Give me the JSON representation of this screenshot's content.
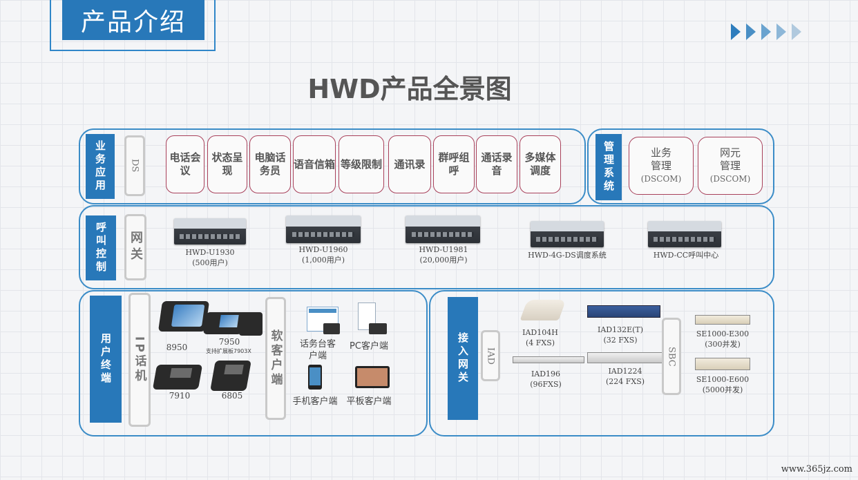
{
  "header": {
    "title": "产品介绍"
  },
  "main_title": "HWD产品全景图",
  "business": {
    "label": "业务应用",
    "ds": "DS",
    "services": [
      "电话会议",
      "状态呈现",
      "电脑话务员",
      "语音信箱",
      "等级限制",
      "通讯录",
      "群呼组呼",
      "通话录音",
      "多媒体调度"
    ]
  },
  "management": {
    "label": "管理系统",
    "items": [
      {
        "name": "业务管理",
        "sub": "(DSCOM)"
      },
      {
        "name": "网元管理",
        "sub": "(DSCOM)"
      }
    ]
  },
  "call_control": {
    "label": "呼叫控制",
    "gateway": "网关",
    "servers": [
      {
        "model": "HWD-U1930",
        "cap": "(500用户)"
      },
      {
        "model": "HWD-U1960",
        "cap": "(1,000用户)"
      },
      {
        "model": "HWD-U1981",
        "cap": "(20,000用户)"
      },
      {
        "model": "HWD-4G-DS调度系统",
        "cap": ""
      },
      {
        "model": "HWD-CC呼叫中心",
        "cap": ""
      }
    ]
  },
  "terminal": {
    "label": "用户终端",
    "ip_phone": "IP话机",
    "phones": {
      "p8950": "8950",
      "p7950": "7950",
      "p7950_sub": "支持扩展板7903X",
      "p7910": "7910",
      "p6805": "6805"
    },
    "soft_client": "软客户端",
    "clients": {
      "console": "话务台客户端",
      "pc": "PC客户端",
      "mobile": "手机客户端",
      "tablet": "平板客户端"
    }
  },
  "access": {
    "label": "接入网关",
    "iad": "IAD",
    "sbc": "SBC",
    "devices": {
      "iad104h": "IAD104H",
      "iad104h_cap": "(4 FXS)",
      "iad132e": "IAD132E(T)",
      "iad132e_cap": "(32 FXS)",
      "iad196": "IAD196",
      "iad196_cap": "(96FXS)",
      "iad1224": "IAD1224",
      "iad1224_cap": "(224 FXS)",
      "se300": "SE1000-E300",
      "se300_cap": "(300并发)",
      "se600": "SE1000-E600",
      "se600_cap": "(5000并发)"
    }
  },
  "watermark": "www.365jz.com",
  "colors": {
    "accent": "#2878b9",
    "service_border": "#a8405a"
  }
}
